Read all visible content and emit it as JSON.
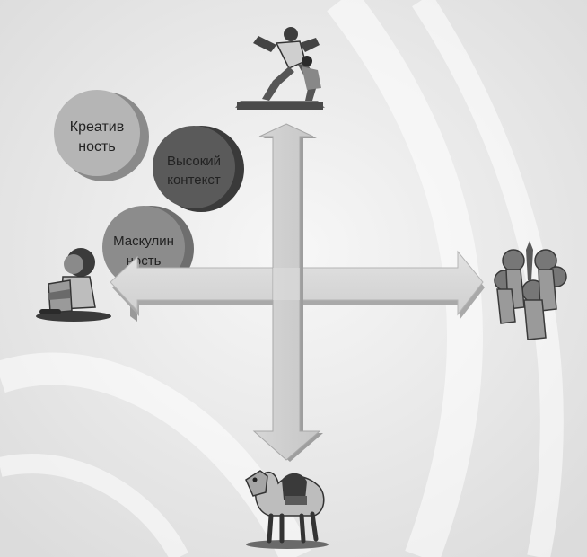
{
  "bubbles": [
    {
      "line1": "Креатив",
      "line2": "ность",
      "shade": "#b5b5b5",
      "edge": "#8f8f8f"
    },
    {
      "line1": "Высокий",
      "line2": "контекст",
      "shade": "#5a5a5a",
      "edge": "#3a3a3a"
    },
    {
      "line1": "Маскулин",
      "line2": "ность",
      "shade": "#8c8c8c",
      "edge": "#6e6e6e"
    }
  ],
  "icons": {
    "top": "runners-icon",
    "left": "sitting-child-icon",
    "right": "group-huddle-icon",
    "bottom": "camel-icon"
  }
}
